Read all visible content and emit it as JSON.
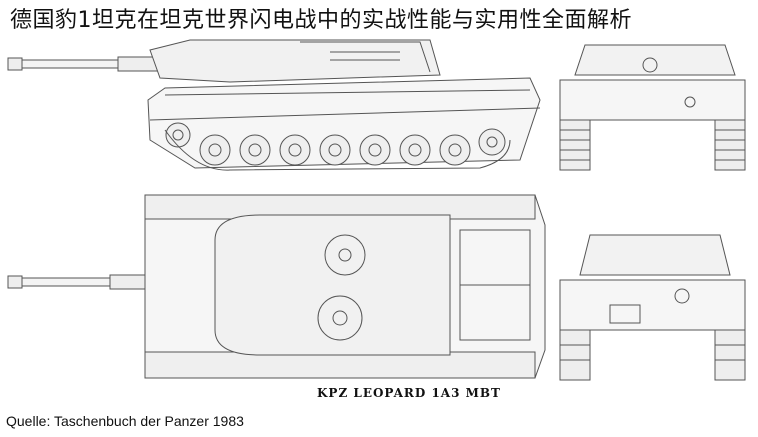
{
  "header": {
    "title": "德国豹1坦克在坦克世界闪电战中的实战性能与实用性全面解析"
  },
  "drawing": {
    "caption": "KPZ LEOPARD 1A3 MBT"
  },
  "footer": {
    "source": "Quelle: Taschenbuch der Panzer 1983"
  }
}
